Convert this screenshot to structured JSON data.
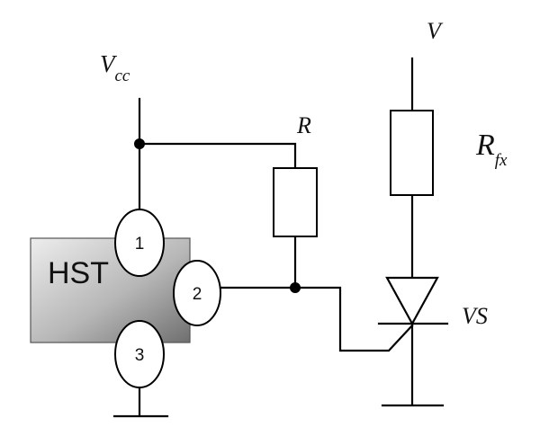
{
  "labels": {
    "vcc_main": "V",
    "vcc_sub": "cc",
    "r": "R",
    "v": "V",
    "rfx_main": "R",
    "rfx_sub": "fx",
    "vs": "VS",
    "sensor": "HST"
  },
  "pins": [
    "1",
    "2",
    "3"
  ],
  "colors": {
    "wire": "#000000",
    "sensor_fill_light": "#e6e6e6",
    "sensor_fill_dark": "#6b6b6b"
  }
}
